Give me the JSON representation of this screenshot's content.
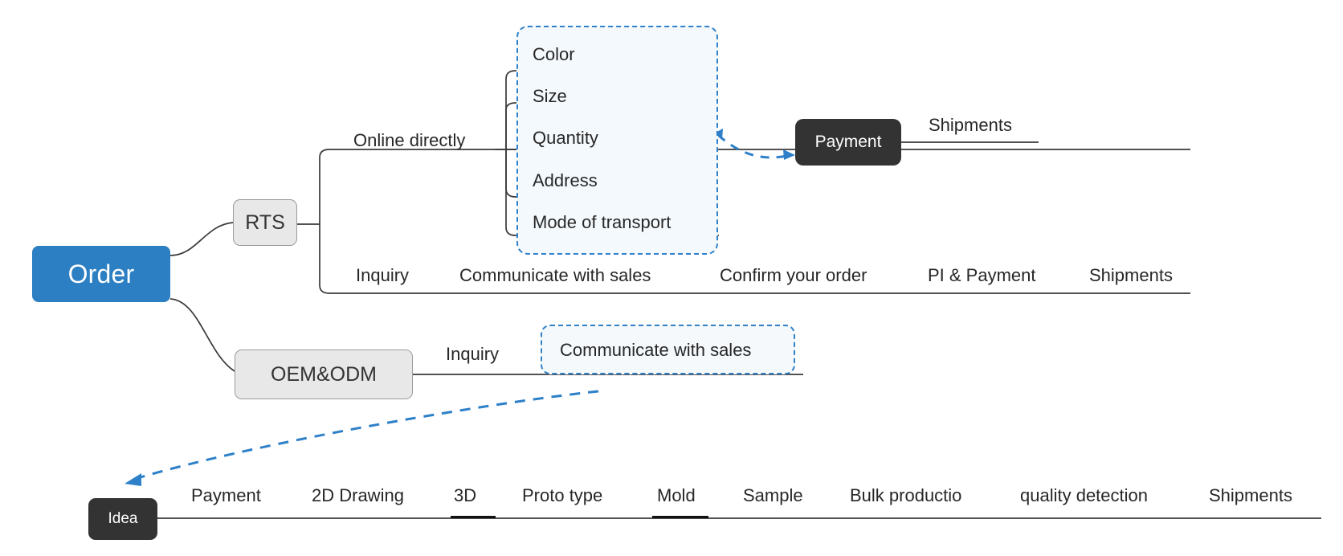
{
  "diagram": {
    "title": "Order",
    "accent_blue": "#2c7fc2",
    "highlight_blue": "#2f80c8",
    "node_grey": "#e8e8e8",
    "node_dark": "#333333"
  },
  "root": {
    "label": "Order"
  },
  "branches": {
    "rts": {
      "label": "RTS",
      "online_path_label": "Online directly",
      "details_box": {
        "items": [
          {
            "label": "Color"
          },
          {
            "label": "Size"
          },
          {
            "label": "Quantity"
          },
          {
            "label": "Address"
          },
          {
            "label": "Mode of transport"
          }
        ]
      },
      "payment_node": "Payment",
      "payment_next": "Shipments",
      "steps": [
        {
          "label": "Inquiry"
        },
        {
          "label": "Communicate with sales"
        },
        {
          "label": "Confirm your order"
        },
        {
          "label": "PI & Payment"
        },
        {
          "label": "Shipments"
        }
      ]
    },
    "oem": {
      "label": "OEM&ODM",
      "steps": [
        {
          "label": "Inquiry"
        },
        {
          "label": "Communicate with sales"
        }
      ]
    }
  },
  "production_flow": {
    "start_node": "Idea",
    "steps": [
      {
        "label": "Payment"
      },
      {
        "label": "2D Drawing"
      },
      {
        "label": "3D"
      },
      {
        "label": "Proto type"
      },
      {
        "label": "Mold"
      },
      {
        "label": "Sample"
      },
      {
        "label": "Bulk productio"
      },
      {
        "label": "quality detection"
      },
      {
        "label": "Shipments"
      }
    ]
  }
}
